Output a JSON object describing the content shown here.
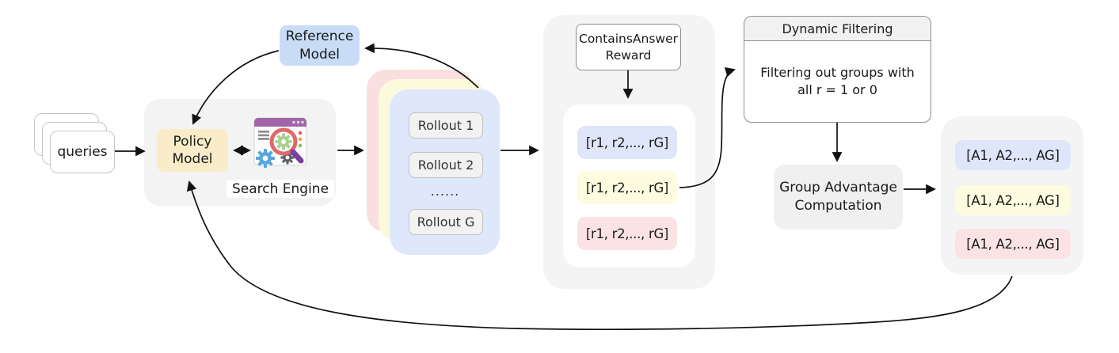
{
  "queries": {
    "label": "queries"
  },
  "policy_model": {
    "label": "Policy\nModel"
  },
  "search_engine": {
    "label": "Search Engine",
    "icon": "search-engine-browser-magnifier-gears"
  },
  "reference_model": {
    "label": "Reference\nModel"
  },
  "rollouts": {
    "items": [
      "Rollout 1",
      "Rollout 2",
      "Rollout G"
    ],
    "ellipsis": "......"
  },
  "reward": {
    "header": "ContainsAnswer\nReward",
    "lists": [
      "[r1, r2,..., rG]",
      "[r1, r2,..., rG]",
      "[r1, r2,..., rG]"
    ]
  },
  "dynamic_filtering": {
    "title": "Dynamic Filtering",
    "body": "Filtering out groups with\nall r = 1 or 0"
  },
  "group_advantage": {
    "label": "Group Advantage\nComputation"
  },
  "advantages": {
    "lists": [
      "[A1, A2,..., AG]",
      "[A1, A2,..., AG]",
      "[A1, A2,..., AG]"
    ]
  },
  "colors": {
    "policy_box": "#FAECC8",
    "reference_box": "#C9DCF5",
    "rollout_card_blue": "#DFE7FA",
    "rollout_card_yellow": "#FCFADC",
    "rollout_card_pink": "#FADFE1",
    "pill_blue": "#DFE6F9",
    "pill_yellow": "#FDFCE0",
    "pill_pink": "#FBE3E5",
    "container_gray": "#F3F3F3",
    "arrow": "#111111"
  }
}
